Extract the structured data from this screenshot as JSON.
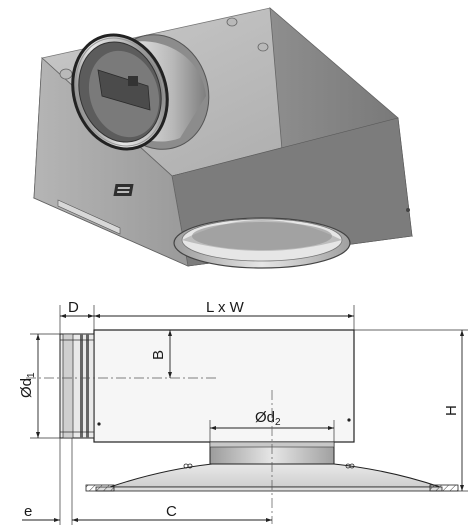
{
  "labels": {
    "d": "D",
    "lxw": "L x W",
    "b": "B",
    "od1_main": "Ød",
    "od1_sub": "1",
    "od2_main": "Ød",
    "od2_sub": "2",
    "h": "H",
    "e": "e",
    "c": "C"
  }
}
